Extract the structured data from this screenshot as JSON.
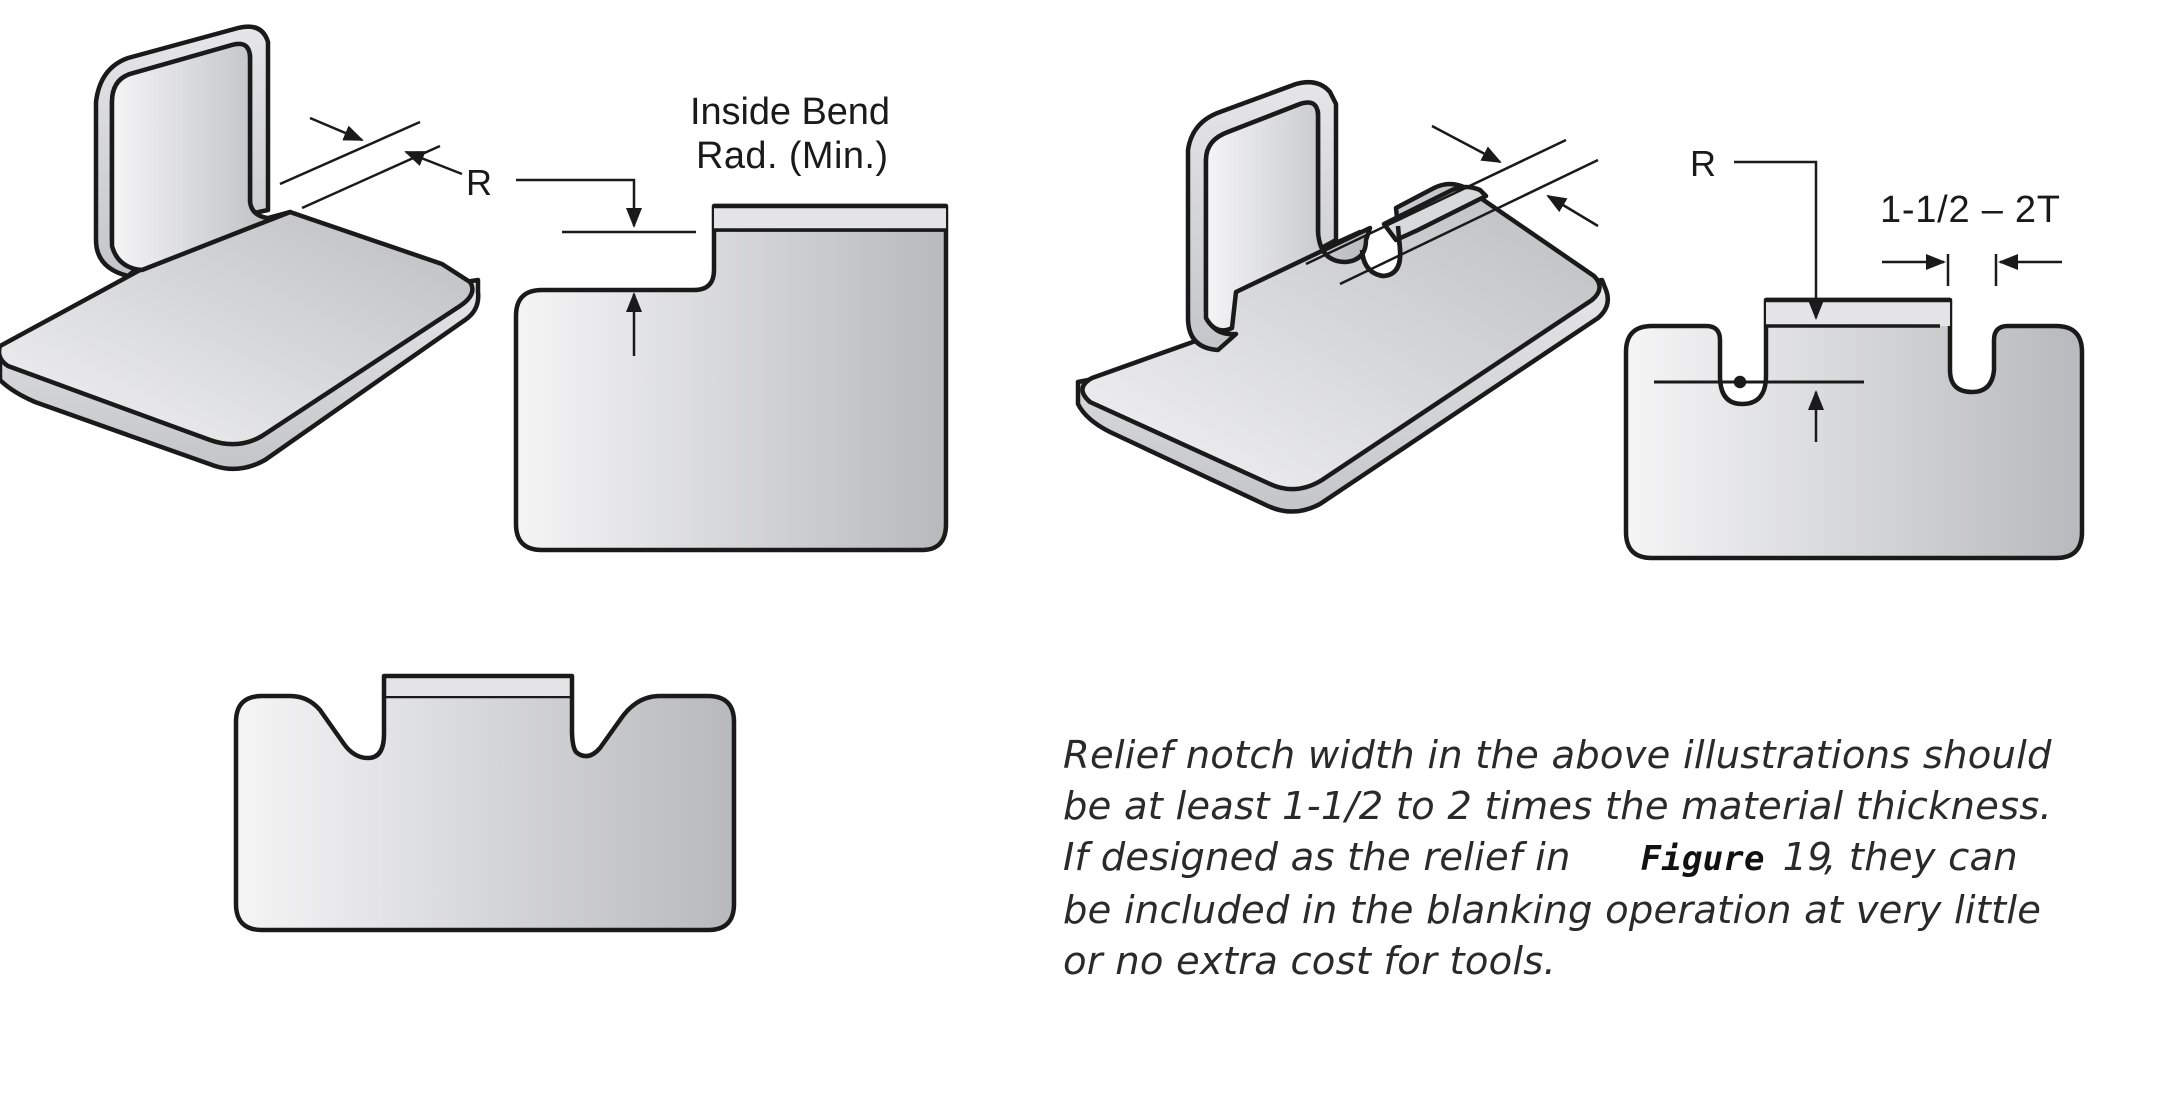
{
  "labels": {
    "bend_radius_title_line1": "Inside Bend",
    "bend_radius_title_line2": "Rad. (Min.)",
    "radius_label_left": "R",
    "radius_label_right": "R",
    "notch_width_label": "1-1/2 – 2T"
  },
  "caption": {
    "line1": "Relief notch width in the above illustrations should",
    "line2": "be at least 1-1/2 to 2 times the material thickness.",
    "line3_start": "If designed as the relief in",
    "figure_word": "Figure",
    "figure_number": "19",
    "line3_end": ", they can",
    "line4": "be included in the blanking operation at very little",
    "line5": "or no extra cost for tools."
  },
  "colors": {
    "outline": "#1a1a1a",
    "metal_light": "#f4f4f5",
    "metal_dark": "#b9babd",
    "edge_face": "#d4d5d8"
  }
}
